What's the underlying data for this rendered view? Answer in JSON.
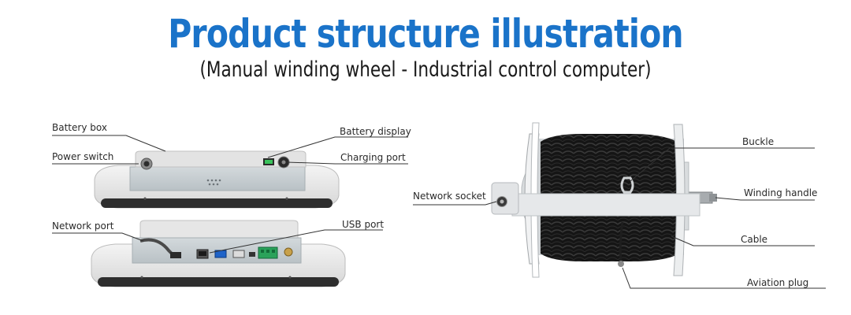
{
  "header": {
    "title": "Product structure illustration",
    "subtitle": "(Manual winding wheel - Industrial control computer)"
  },
  "colors": {
    "title": "#1a73c9",
    "device_shell": "#e8e8e8",
    "panel": "#c9d0d4",
    "cable": "#1c1c1c",
    "leader_line": "#333333",
    "connector_green": "#2aa25a"
  },
  "computer": {
    "labels": {
      "battery_box": "Battery box",
      "power_switch": "Power switch",
      "battery_display": "Battery display",
      "charging_port": "Charging port",
      "network_port": "Network port",
      "usb_port": "USB port"
    }
  },
  "reel": {
    "labels": {
      "network_socket": "Network socket",
      "buckle": "Buckle",
      "winding_handle": "Winding handle",
      "cable": "Cable",
      "aviation_plug": "Aviation plug"
    }
  }
}
